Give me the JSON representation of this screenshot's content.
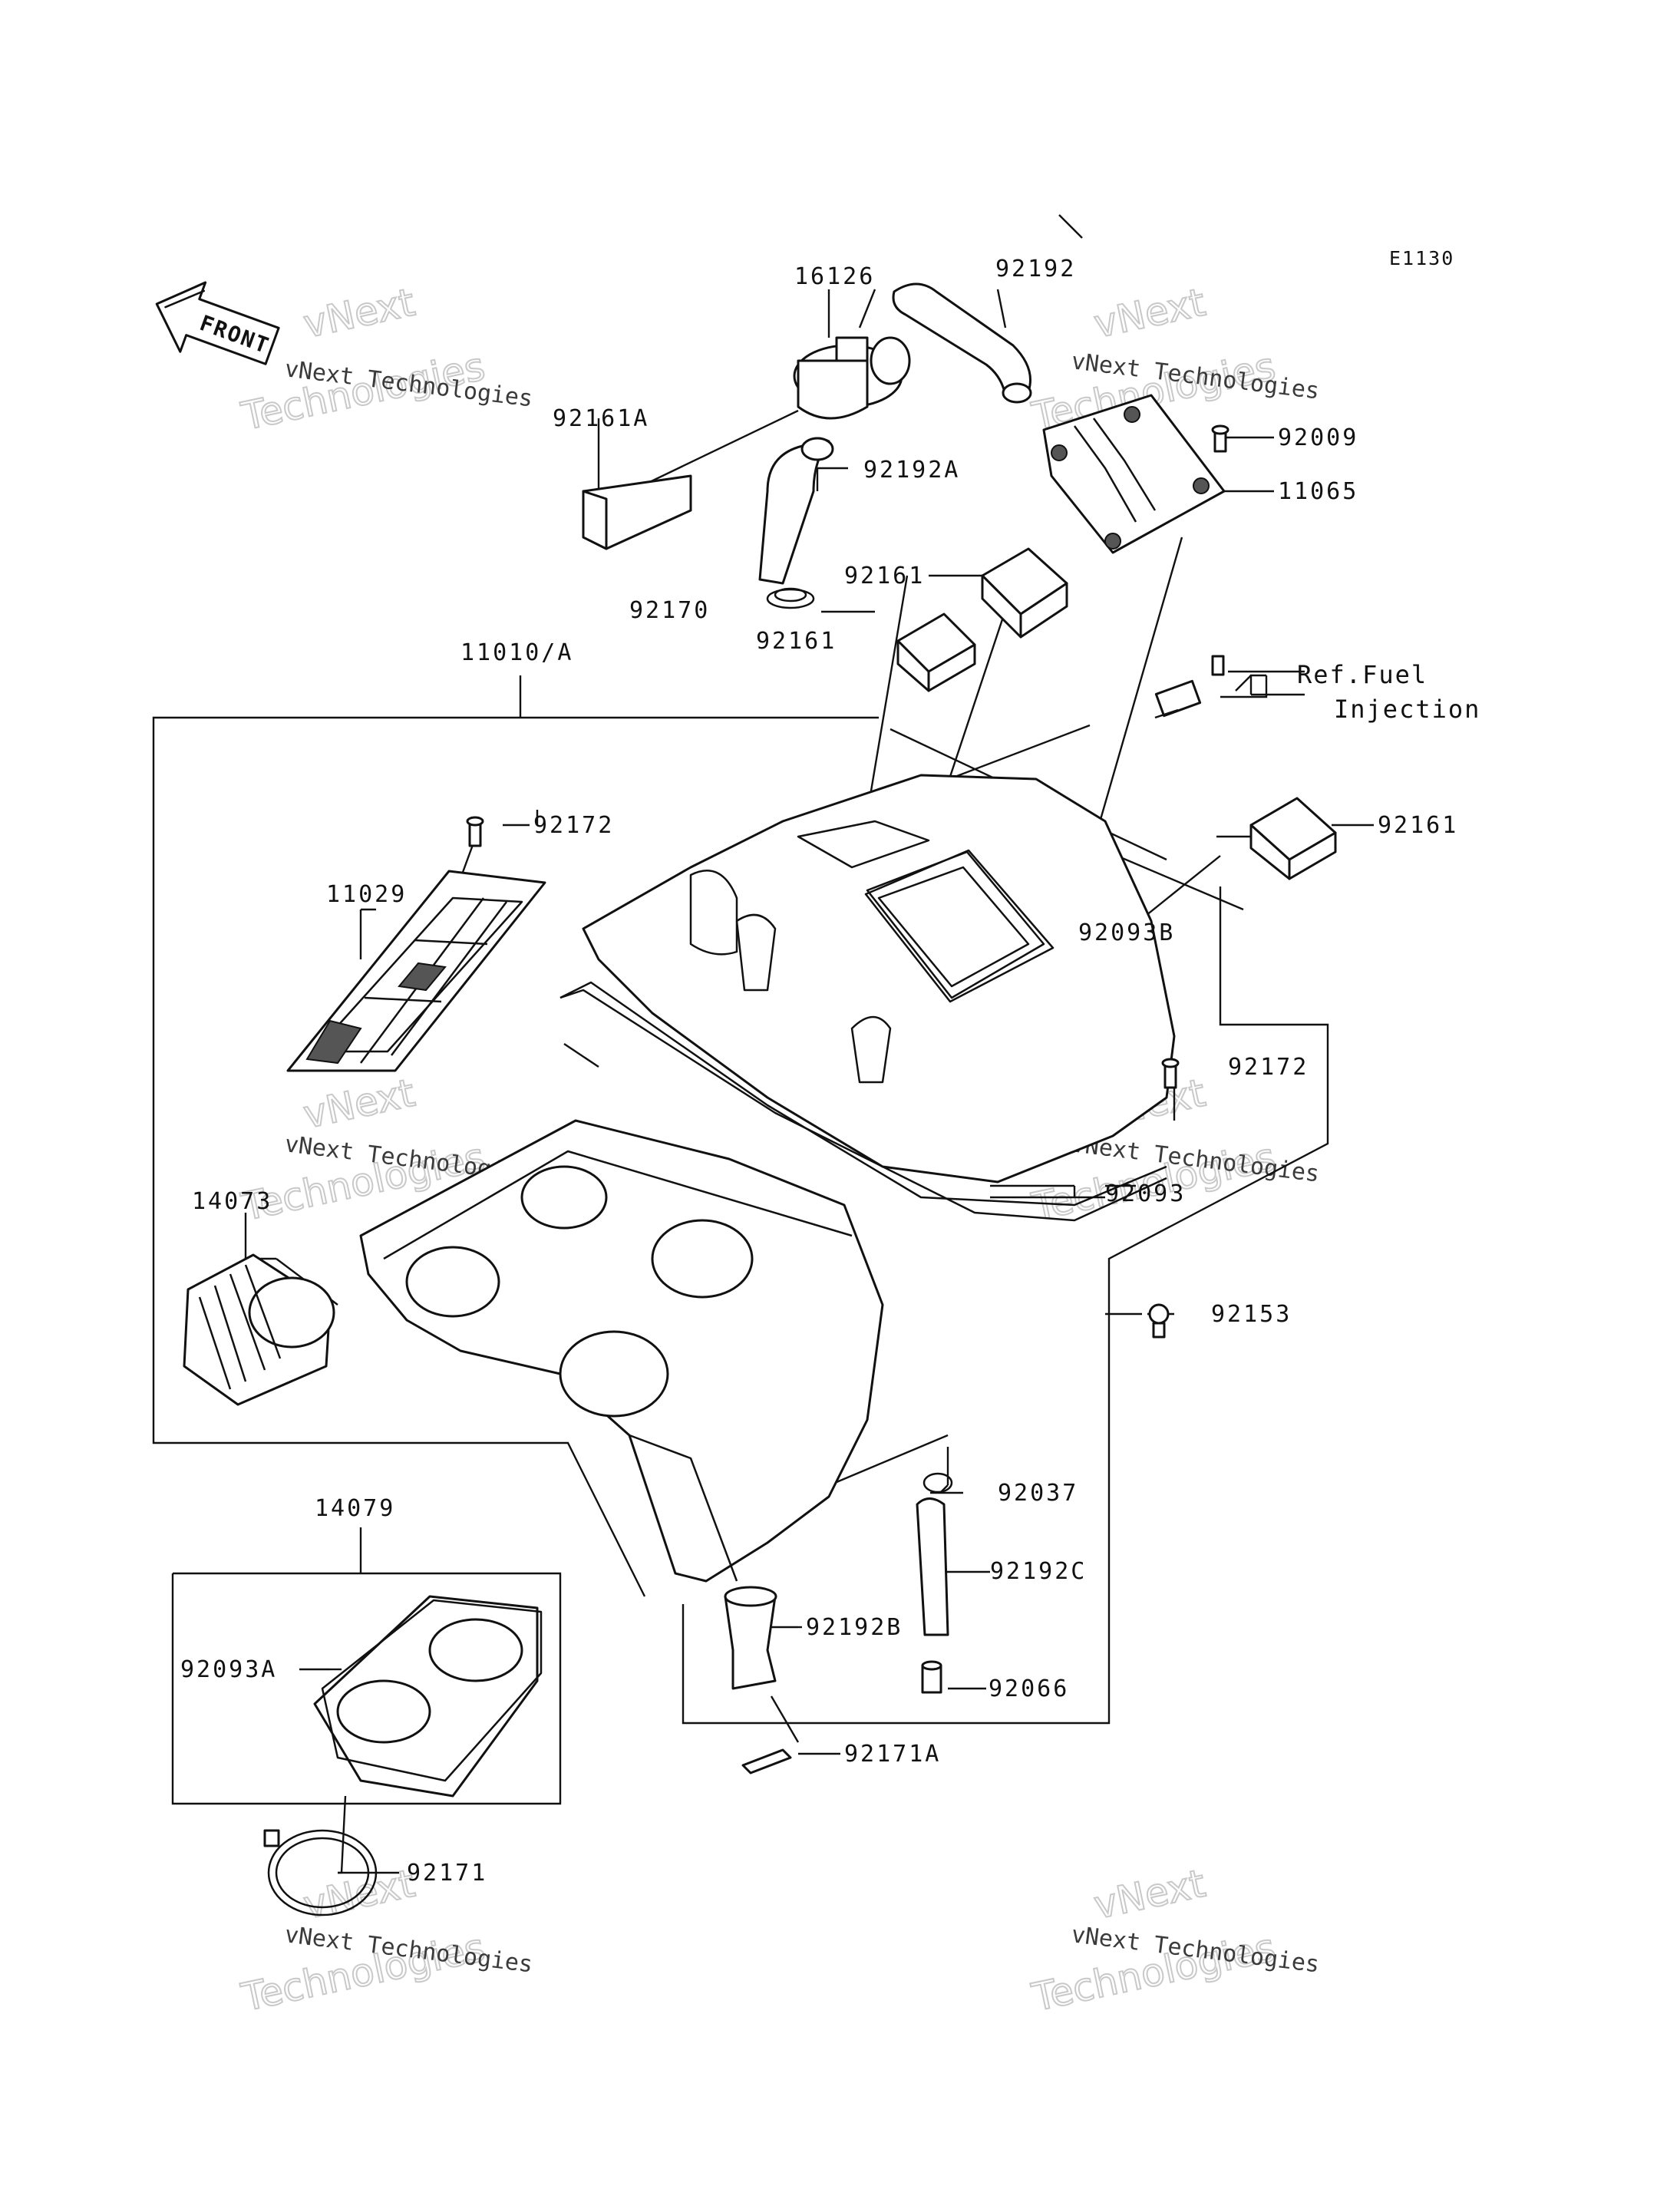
{
  "diagram_code": "E1130",
  "front_label": "FRONT",
  "watermark": {
    "line1": "vNext Technologies",
    "line2": "vNext",
    "line3": "Technologies"
  },
  "part_labels": {
    "p16126": "16126",
    "p92192": "92192",
    "p92161A": "92161A",
    "p92192A": "92192A",
    "p92009": "92009",
    "p11065": "11065",
    "p92161_a": "92161",
    "p92170": "92170",
    "p92161_b": "92161",
    "p11010A": "11010/A",
    "p92161_c": "92161",
    "p92172_a": "92172",
    "p11029": "11029",
    "p92093B": "92093B",
    "p92172_b": "92172",
    "p14073": "14073",
    "p92093": "92093",
    "p92153": "92153",
    "p92037": "92037",
    "p14079": "14079",
    "p92192C": "92192C",
    "p92192B": "92192B",
    "p92093A": "92093A",
    "p92066": "92066",
    "p92171A": "92171A",
    "p92171": "92171"
  },
  "reference": {
    "line1": "Ref.Fuel",
    "line2": "Injection"
  }
}
